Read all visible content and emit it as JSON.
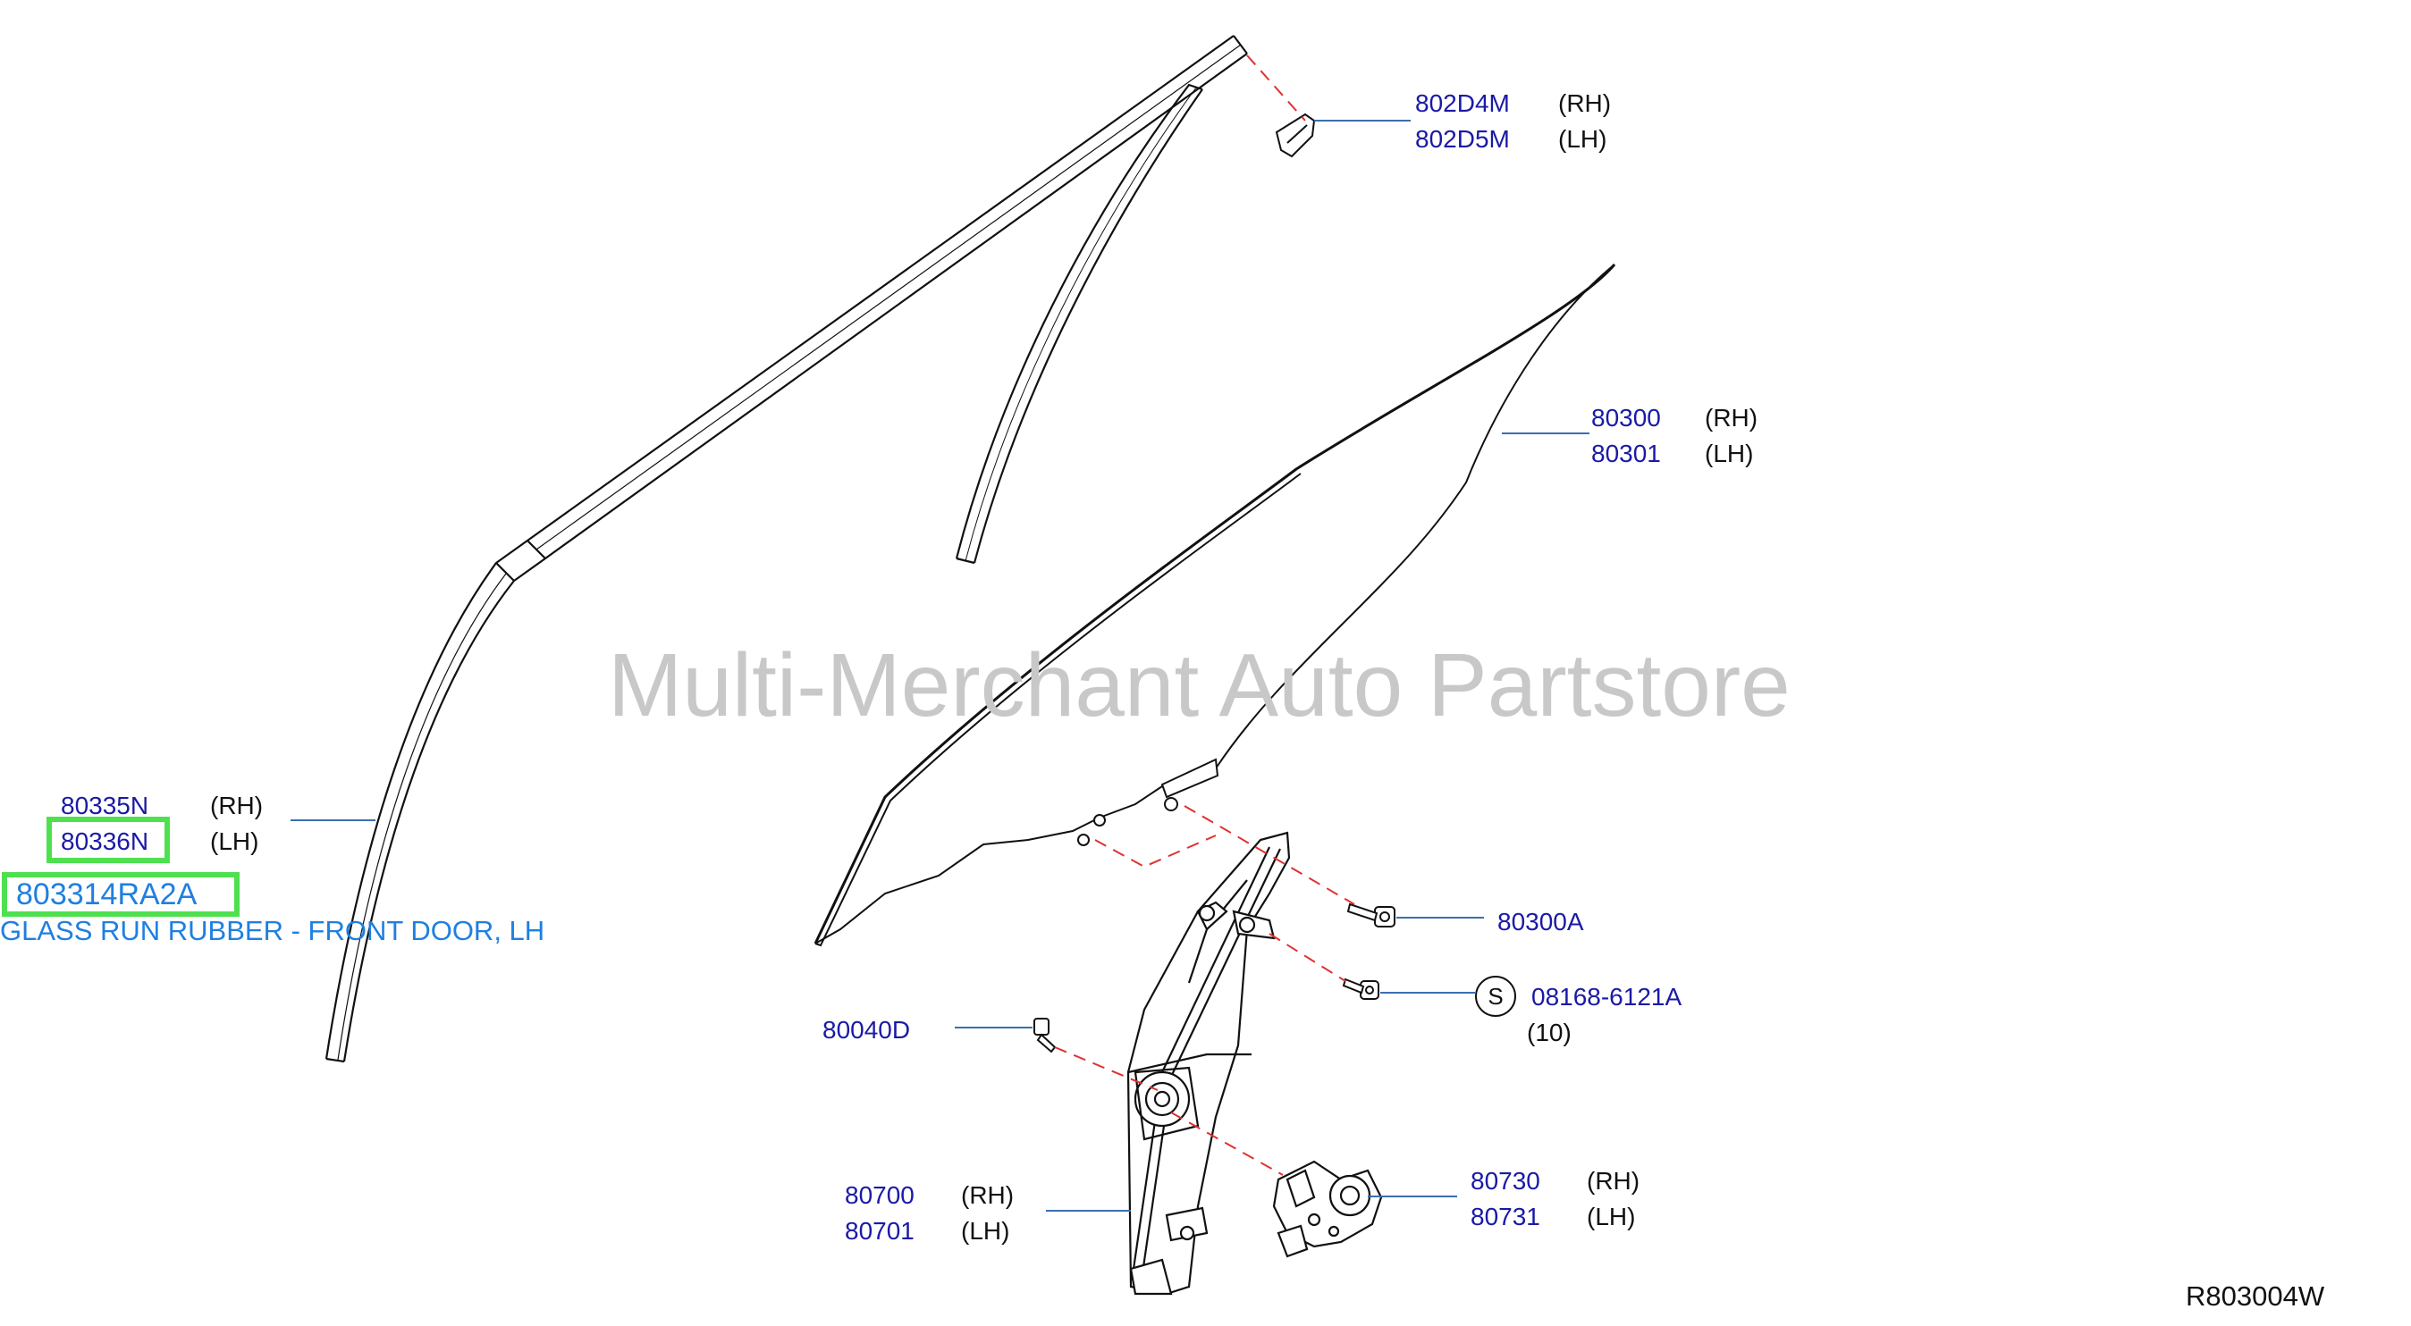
{
  "watermark": "Multi-Merchant Auto Partstore",
  "reference_code": "R803004W",
  "highlight": {
    "part_number": "803314RA2A",
    "description": "GLASS RUN RUBBER - FRONT DOOR, LH",
    "accent_color": "#4fe04f",
    "text_color": "#1f7fe0"
  },
  "callouts": {
    "corner_piece": {
      "rh": "802D4M",
      "rh_side": "(RH)",
      "lh": "802D5M",
      "lh_side": "(LH)"
    },
    "door_glass": {
      "rh": "80300",
      "rh_side": "(RH)",
      "lh": "80301",
      "lh_side": "(LH)"
    },
    "glass_run": {
      "rh": "80335N",
      "rh_side": "(RH)",
      "lh": "80336N",
      "lh_side": "(LH)"
    },
    "bolt_upper": {
      "part": "80300A"
    },
    "bolt_lower": {
      "symbol": "S",
      "part": "08168-6121A",
      "qty": "(10)"
    },
    "bolt_left": {
      "part": "80040D"
    },
    "regulator": {
      "rh": "80700",
      "rh_side": "(RH)",
      "lh": "80701",
      "lh_side": "(LH)"
    },
    "motor": {
      "rh": "80730",
      "rh_side": "(RH)",
      "lh": "80731",
      "lh_side": "(LH)"
    }
  },
  "colors": {
    "part_number": "#1a1aa6",
    "leader_line": "#3a6fb0",
    "dash_line": "#e03030",
    "drawing": "#111111"
  }
}
